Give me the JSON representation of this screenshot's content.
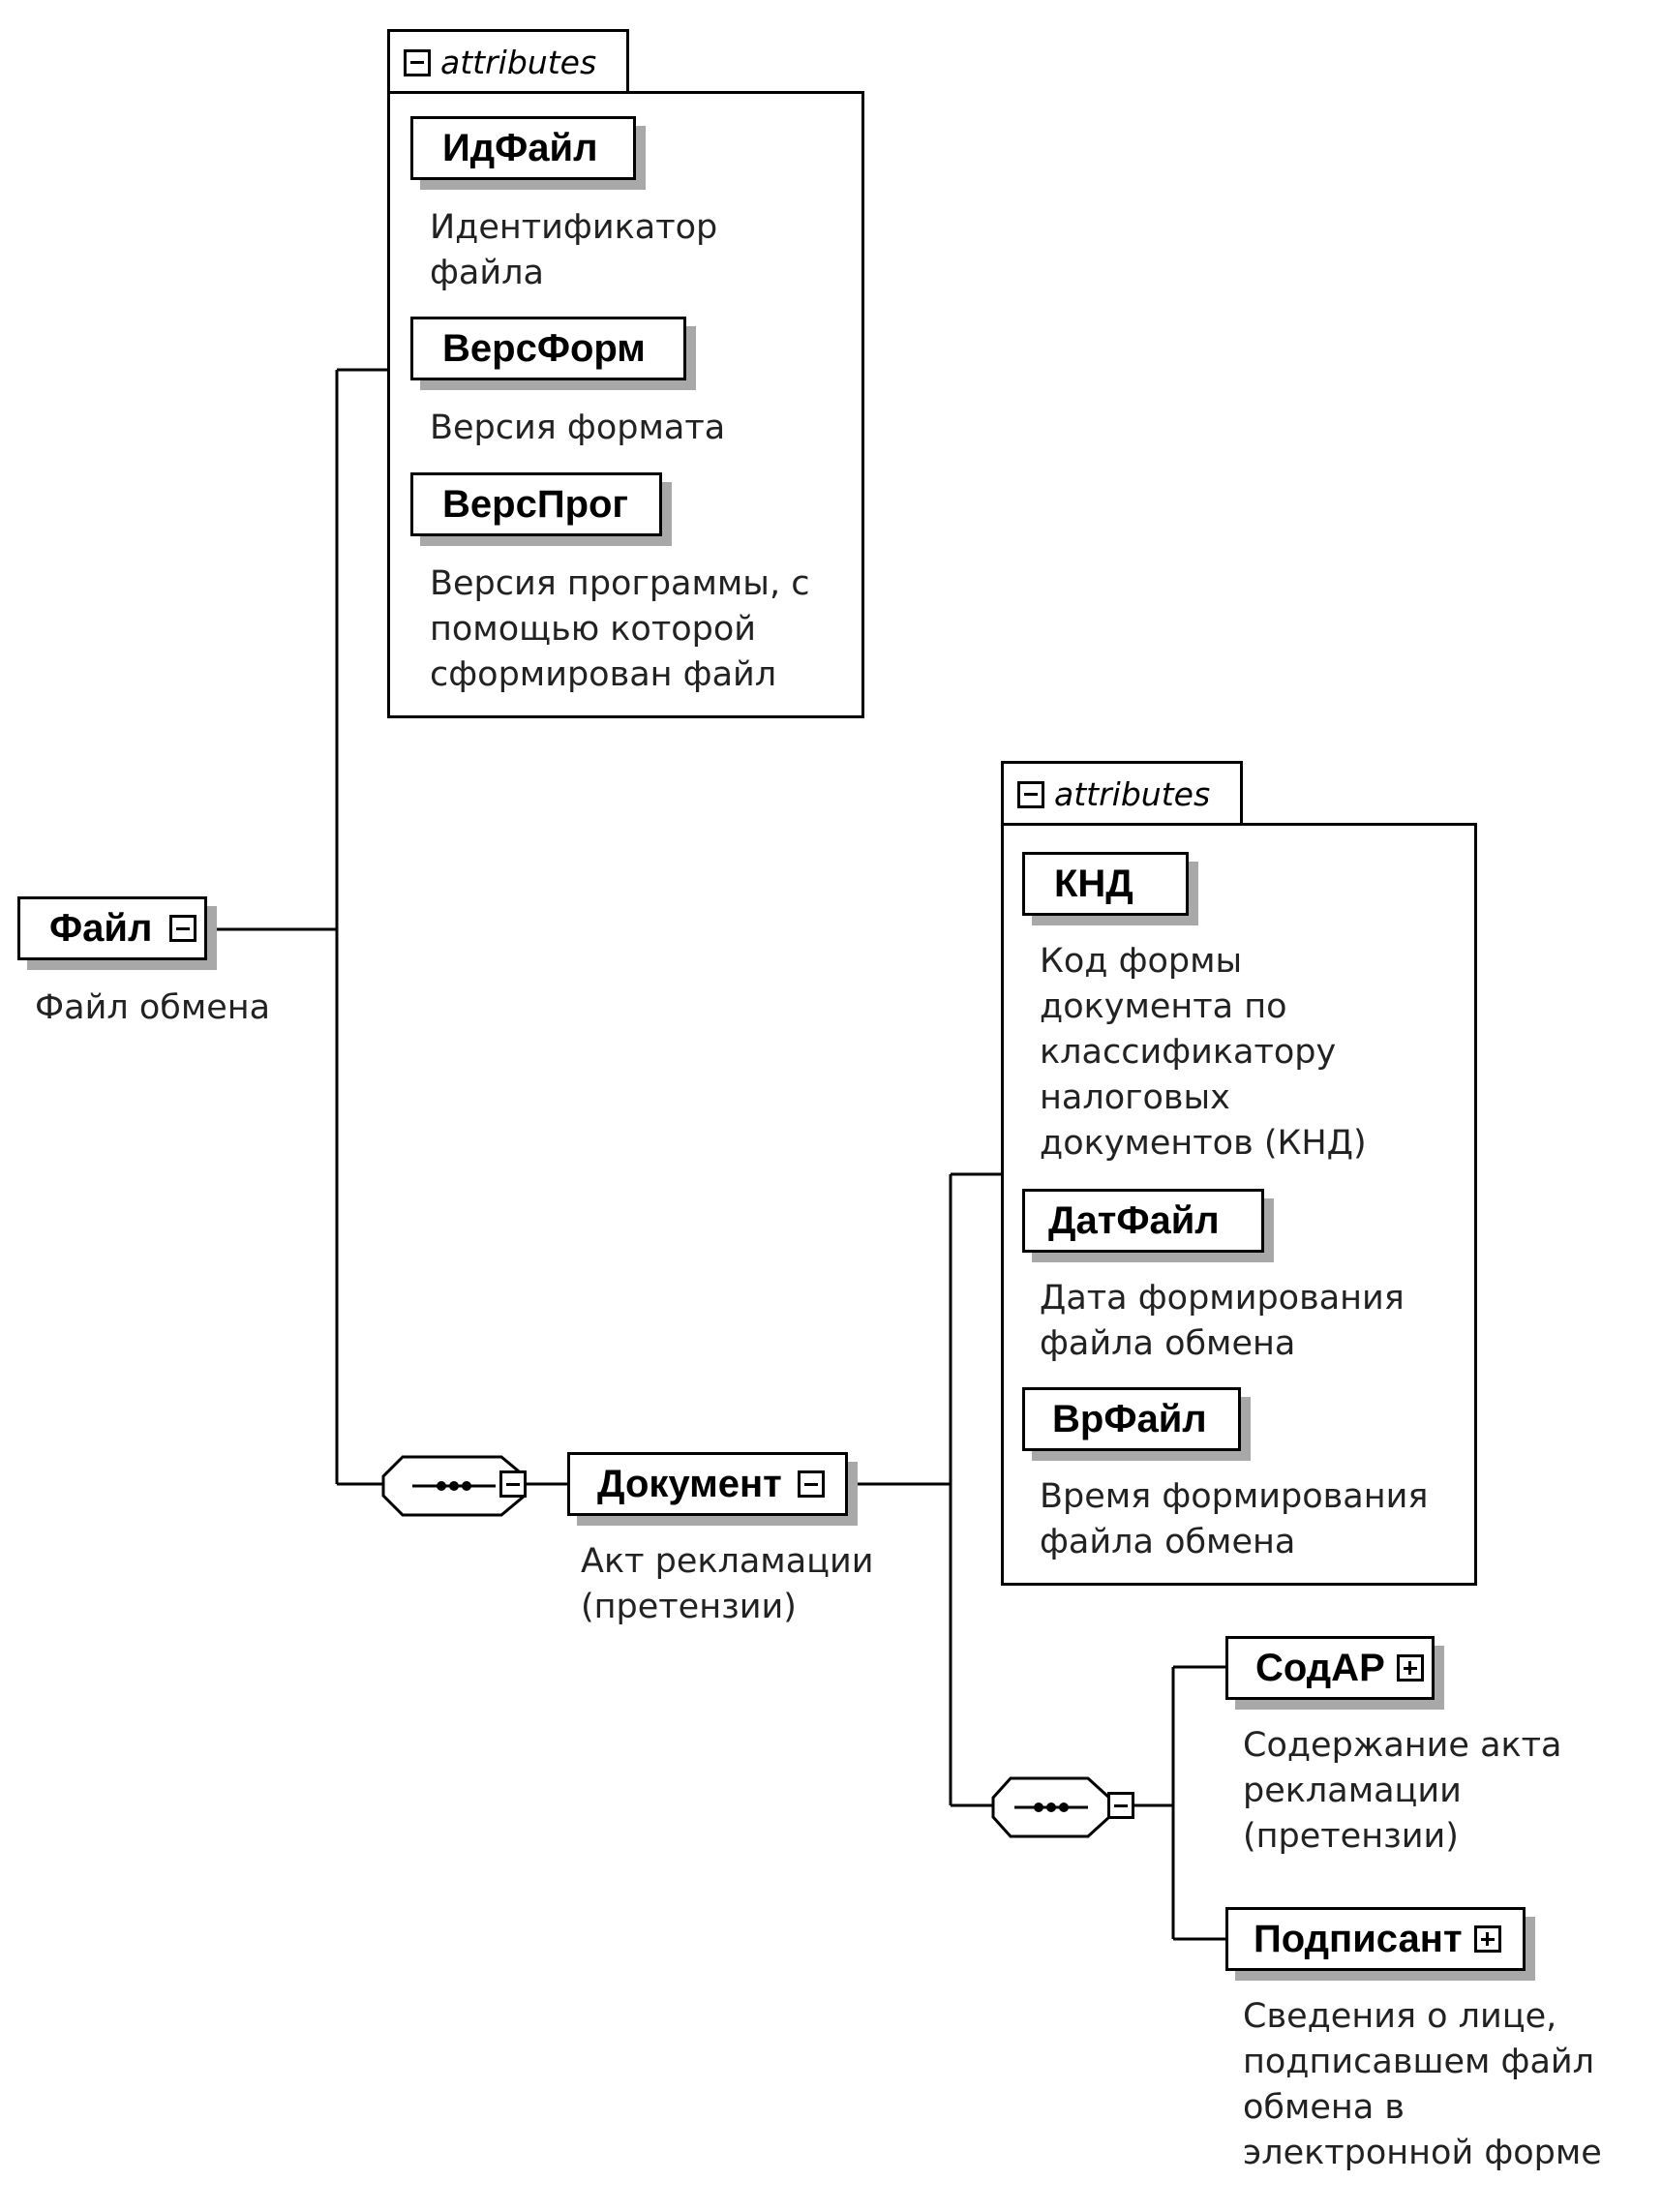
{
  "root": {
    "name": "Файл",
    "description": "Файл обмена",
    "attributes_label": "attributes",
    "attributes": [
      {
        "name": "ИдФайл",
        "description": "Идентификатор\nфайла"
      },
      {
        "name": "ВерсФорм",
        "description": "Версия формата"
      },
      {
        "name": "ВерсПрог",
        "description": "Версия программы, с\nпомощью которой\nсформирован файл"
      }
    ]
  },
  "document": {
    "name": "Документ",
    "description": "Акт рекламации\n(претензии)",
    "attributes_label": "attributes",
    "attributes": [
      {
        "name": "КНД",
        "description": "Код формы\nдокумента по\nклассификатору\nналоговых\nдокументов (КНД)"
      },
      {
        "name": "ДатФайл",
        "description": "Дата формирования\nфайла обмена"
      },
      {
        "name": "ВрФайл",
        "description": "Время формирования\nфайла обмена"
      }
    ],
    "children": [
      {
        "name": "СодАР",
        "description": "Содержание акта\nрекламации\n(претензии)"
      },
      {
        "name": "Подписант",
        "description": "Сведения о лице,\nподписавшем файл\nобмена в\nэлектронной форме"
      }
    ]
  },
  "colors": {
    "line": "#000000",
    "shadow": "#a8a8a8",
    "description_text": "#222222",
    "background": "#ffffff"
  },
  "icons": {
    "collapse": "minus-box-icon",
    "expand": "plus-box-icon",
    "sequence": "sequence-icon"
  }
}
